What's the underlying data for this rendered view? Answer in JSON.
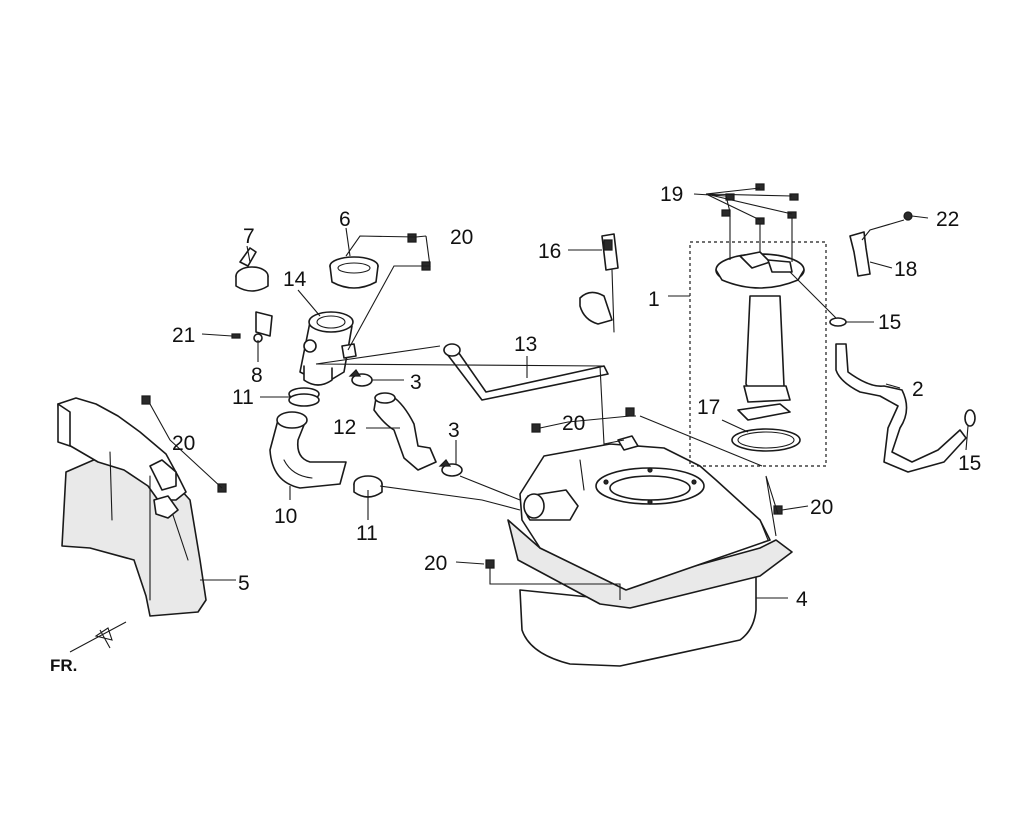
{
  "callouts": {
    "c1": "1",
    "c2": "2",
    "c3a": "3",
    "c3b": "3",
    "c4": "4",
    "c5": "5",
    "c6": "6",
    "c7": "7",
    "c8": "8",
    "c10": "10",
    "c11a": "11",
    "c11b": "11",
    "c12": "12",
    "c13": "13",
    "c14": "14",
    "c15a": "15",
    "c15b": "15",
    "c16": "16",
    "c17": "17",
    "c18": "18",
    "c19": "19",
    "c20a": "20",
    "c20b": "20",
    "c20c": "20",
    "c20d": "20",
    "c20e": "20",
    "c21": "21",
    "c22": "22"
  },
  "front_marker": "FR."
}
